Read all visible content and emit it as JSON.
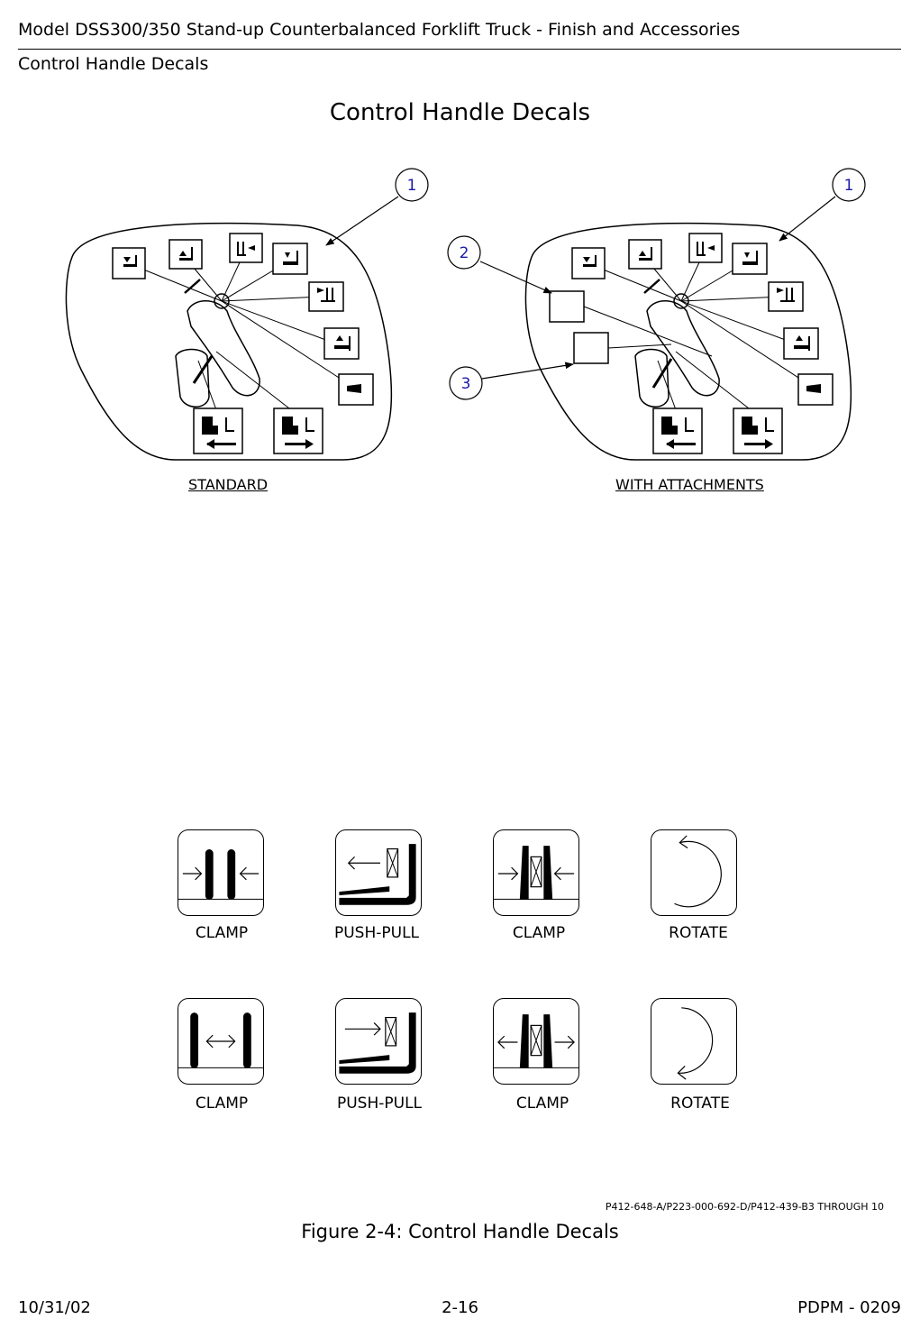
{
  "header": {
    "title": "Model DSS300/350 Stand-up Counterbalanced Forklift Truck - Finish and Accessories",
    "subtitle": "Control Handle Decals"
  },
  "figure": {
    "title": "Control Handle Decals",
    "callouts": [
      "1",
      "1",
      "2",
      "3"
    ],
    "captions": {
      "standard": "STANDARD",
      "with_attachments": "WITH ATTACHMENTS"
    }
  },
  "decals": [
    {
      "icon": "clamp-in-icon",
      "label": "CLAMP"
    },
    {
      "icon": "push-pull-in-icon",
      "label": "PUSH-PULL"
    },
    {
      "icon": "clamp-load-in-icon",
      "label": "CLAMP"
    },
    {
      "icon": "rotate-ccw-icon",
      "label": "ROTATE"
    },
    {
      "icon": "clamp-out-icon",
      "label": "CLAMP"
    },
    {
      "icon": "push-pull-out-icon",
      "label": "PUSH-PULL"
    },
    {
      "icon": "clamp-load-out-icon",
      "label": "CLAMP"
    },
    {
      "icon": "rotate-cw-icon",
      "label": "ROTATE"
    }
  ],
  "reference": "P412-648-A/P223-000-692-D/P412-439-B3 THROUGH 10",
  "figure_caption": "Figure 2-4:  Control Handle Decals",
  "footer": {
    "date": "10/31/02",
    "page": "2-16",
    "doc": "PDPM - 0209"
  },
  "colors": {
    "callout_text": "#1a1aa8",
    "line": "#000000"
  }
}
